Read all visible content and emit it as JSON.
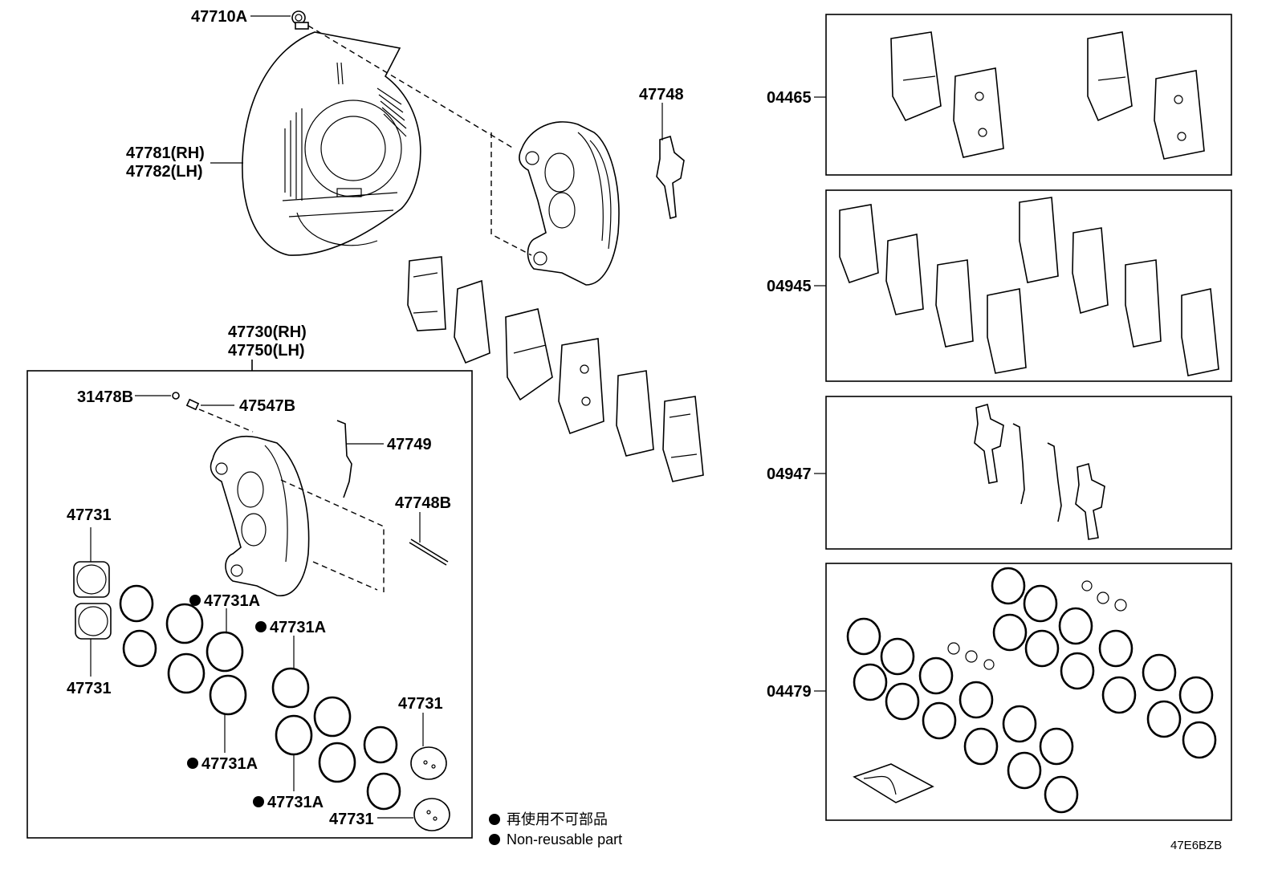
{
  "labels": {
    "p47710A": "47710A",
    "p47781": "47781(RH)",
    "p47782": "47782(LH)",
    "p47748": "47748",
    "p47730": "47730(RH)",
    "p47750": "47750(LH)",
    "p31478B": "31478B",
    "p47547B": "47547B",
    "p47749": "47749",
    "p47748B": "47748B",
    "p47731_a": "47731",
    "p47731_b": "47731",
    "p47731_c": "47731",
    "p47731_d": "47731",
    "p47731A_a": "47731A",
    "p47731A_b": "47731A",
    "p47731A_c": "47731A",
    "p47731A_d": "47731A",
    "k04465": "04465",
    "k04945": "04945",
    "k04947": "04947",
    "k04479": "04479"
  },
  "legend": {
    "jp": "再使用不可部品",
    "en": "Non-reusable part"
  },
  "diagram_code": "47E6BZB"
}
